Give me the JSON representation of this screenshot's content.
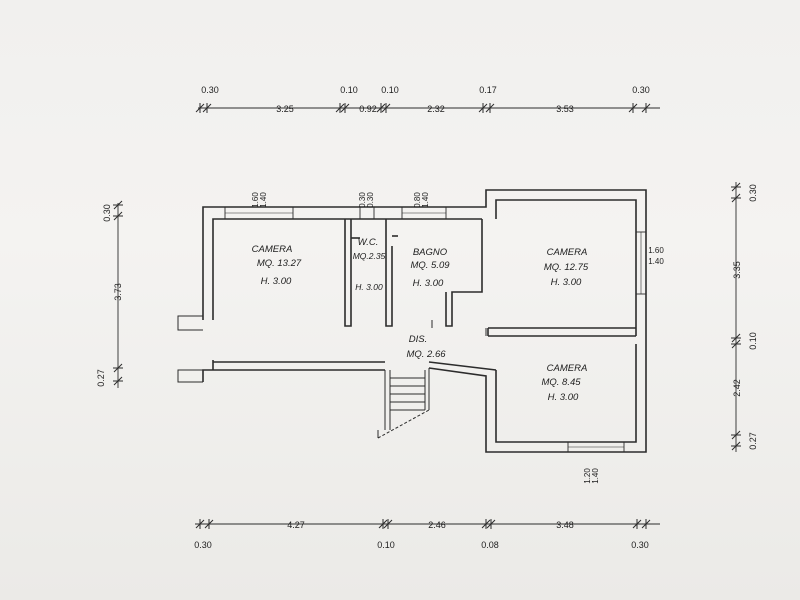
{
  "rooms": [
    {
      "name": "CAMERA",
      "area": "MQ. 13.27",
      "height": "H. 3.00"
    },
    {
      "name": "W.C.",
      "area": "MQ.2.35",
      "height": "H. 3.00"
    },
    {
      "name": "BAGNO",
      "area": "MQ. 5.09",
      "height": "H. 3.00"
    },
    {
      "name": "CAMERA",
      "area": "MQ. 12.75",
      "height": "H. 3.00"
    },
    {
      "name": "DIS.",
      "area": "MQ. 2.66",
      "height": ""
    },
    {
      "name": "CAMERA",
      "area": "MQ. 8.45",
      "height": "H. 3.00"
    }
  ],
  "top_dims": {
    "above": [
      "0.30",
      "0.10",
      "0.10",
      "0.17",
      "0.30"
    ],
    "below": [
      "3.25",
      "0.92",
      "2.32",
      "3.53"
    ]
  },
  "bottom_dims": {
    "above": [
      "4.27",
      "2.46",
      "3.48"
    ],
    "below": [
      "0.30",
      "0.10",
      "0.08",
      "0.30"
    ]
  },
  "left_dims": [
    "0.30",
    "3.73",
    "0.27"
  ],
  "right_dims": [
    "0.30",
    "3.35",
    "0.10",
    "2.42",
    "0.27"
  ],
  "windows": [
    {
      "top": "1.60",
      "bottom": "1.40"
    },
    {
      "top": "0.30",
      "bottom": "0.30"
    },
    {
      "top": "0.80",
      "bottom": "1.40"
    },
    {
      "top": "1.60",
      "bottom": "1.40"
    },
    {
      "top": "1.20",
      "bottom": "1.40"
    }
  ]
}
